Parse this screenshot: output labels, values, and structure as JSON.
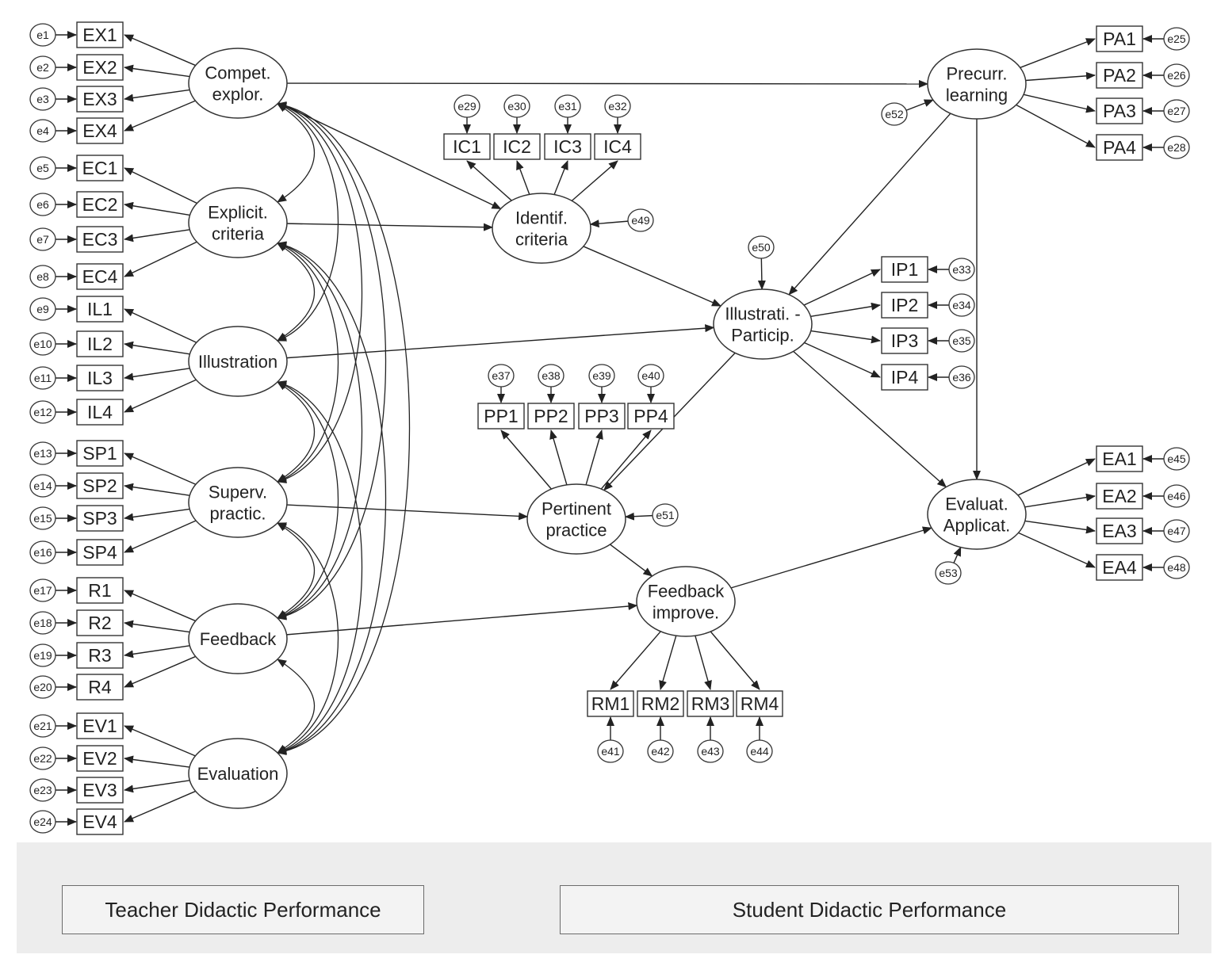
{
  "latents": [
    {
      "id": "CE",
      "lines": [
        "Compet.",
        "explor."
      ]
    },
    {
      "id": "EC",
      "lines": [
        "Explicit.",
        "criteria"
      ]
    },
    {
      "id": "IL",
      "lines": [
        "Illustration"
      ]
    },
    {
      "id": "SP",
      "lines": [
        "Superv.",
        "practic."
      ]
    },
    {
      "id": "FB",
      "lines": [
        "Feedback"
      ]
    },
    {
      "id": "EV",
      "lines": [
        "Evaluation"
      ]
    },
    {
      "id": "IC",
      "lines": [
        "Identif.",
        "criteria"
      ]
    },
    {
      "id": "IP",
      "lines": [
        "Illustrati. -",
        "Particip."
      ]
    },
    {
      "id": "PP",
      "lines": [
        "Pertinent",
        "practice"
      ]
    },
    {
      "id": "FI",
      "lines": [
        "Feedback",
        "improve."
      ]
    },
    {
      "id": "PL",
      "lines": [
        "Precurr.",
        "learning"
      ]
    },
    {
      "id": "EA",
      "lines": [
        "Evaluat.",
        "Applicat."
      ]
    }
  ],
  "indicators": {
    "CE": [
      "EX1",
      "EX2",
      "EX3",
      "EX4"
    ],
    "EC": [
      "EC1",
      "EC2",
      "EC3",
      "EC4"
    ],
    "IL": [
      "IL1",
      "IL2",
      "IL3",
      "IL4"
    ],
    "SP": [
      "SP1",
      "SP2",
      "SP3",
      "SP4"
    ],
    "FB": [
      "R1",
      "R2",
      "R3",
      "R4"
    ],
    "EV": [
      "EV1",
      "EV2",
      "EV3",
      "EV4"
    ],
    "IC": [
      "IC1",
      "IC2",
      "IC3",
      "IC4"
    ],
    "PP": [
      "PP1",
      "PP2",
      "PP3",
      "PP4"
    ],
    "FI": [
      "RM1",
      "RM2",
      "RM3",
      "RM4"
    ],
    "IP": [
      "IP1",
      "IP2",
      "IP3",
      "IP4"
    ],
    "PL": [
      "PA1",
      "PA2",
      "PA3",
      "PA4"
    ],
    "EA": [
      "EA1",
      "EA2",
      "EA3",
      "EA4"
    ]
  },
  "errors": {
    "CE": [
      "e1",
      "e2",
      "e3",
      "e4"
    ],
    "EC": [
      "e5",
      "e6",
      "e7",
      "e8"
    ],
    "IL": [
      "e9",
      "e10",
      "e11",
      "e12"
    ],
    "SP": [
      "e13",
      "e14",
      "e15",
      "e16"
    ],
    "FB": [
      "e17",
      "e18",
      "e19",
      "e20"
    ],
    "EV": [
      "e21",
      "e22",
      "e23",
      "e24"
    ],
    "PL": [
      "e25",
      "e26",
      "e27",
      "e28"
    ],
    "IC": [
      "e29",
      "e30",
      "e31",
      "e32"
    ],
    "IP": [
      "e33",
      "e34",
      "e35",
      "e36"
    ],
    "PP": [
      "e37",
      "e38",
      "e39",
      "e40"
    ],
    "FI": [
      "e41",
      "e42",
      "e43",
      "e44"
    ],
    "EA": [
      "e45",
      "e46",
      "e47",
      "e48"
    ]
  },
  "disturbances": {
    "IC": "e49",
    "IP": "e50",
    "PP": "e51",
    "PL": "e52",
    "EA": "e53"
  },
  "structural_paths": [
    [
      "CE",
      "PL"
    ],
    [
      "CE",
      "IC"
    ],
    [
      "EC",
      "IC"
    ],
    [
      "IC",
      "IP"
    ],
    [
      "IL",
      "IP"
    ],
    [
      "PL",
      "IP"
    ],
    [
      "PL",
      "EA"
    ],
    [
      "IP",
      "PP"
    ],
    [
      "IP",
      "EA"
    ],
    [
      "SP",
      "PP"
    ],
    [
      "PP",
      "FI"
    ],
    [
      "FB",
      "FI"
    ],
    [
      "FI",
      "EA"
    ]
  ],
  "covariances": [
    [
      "CE",
      "EC"
    ],
    [
      "CE",
      "IL"
    ],
    [
      "CE",
      "SP"
    ],
    [
      "CE",
      "FB"
    ],
    [
      "CE",
      "EV"
    ],
    [
      "EC",
      "IL"
    ],
    [
      "EC",
      "SP"
    ],
    [
      "EC",
      "FB"
    ],
    [
      "EC",
      "EV"
    ],
    [
      "IL",
      "SP"
    ],
    [
      "IL",
      "FB"
    ],
    [
      "IL",
      "EV"
    ],
    [
      "SP",
      "FB"
    ],
    [
      "SP",
      "EV"
    ],
    [
      "FB",
      "EV"
    ]
  ],
  "footer": {
    "teacher_label": "Teacher Didactic Performance",
    "student_label": "Student Didactic Performance"
  }
}
